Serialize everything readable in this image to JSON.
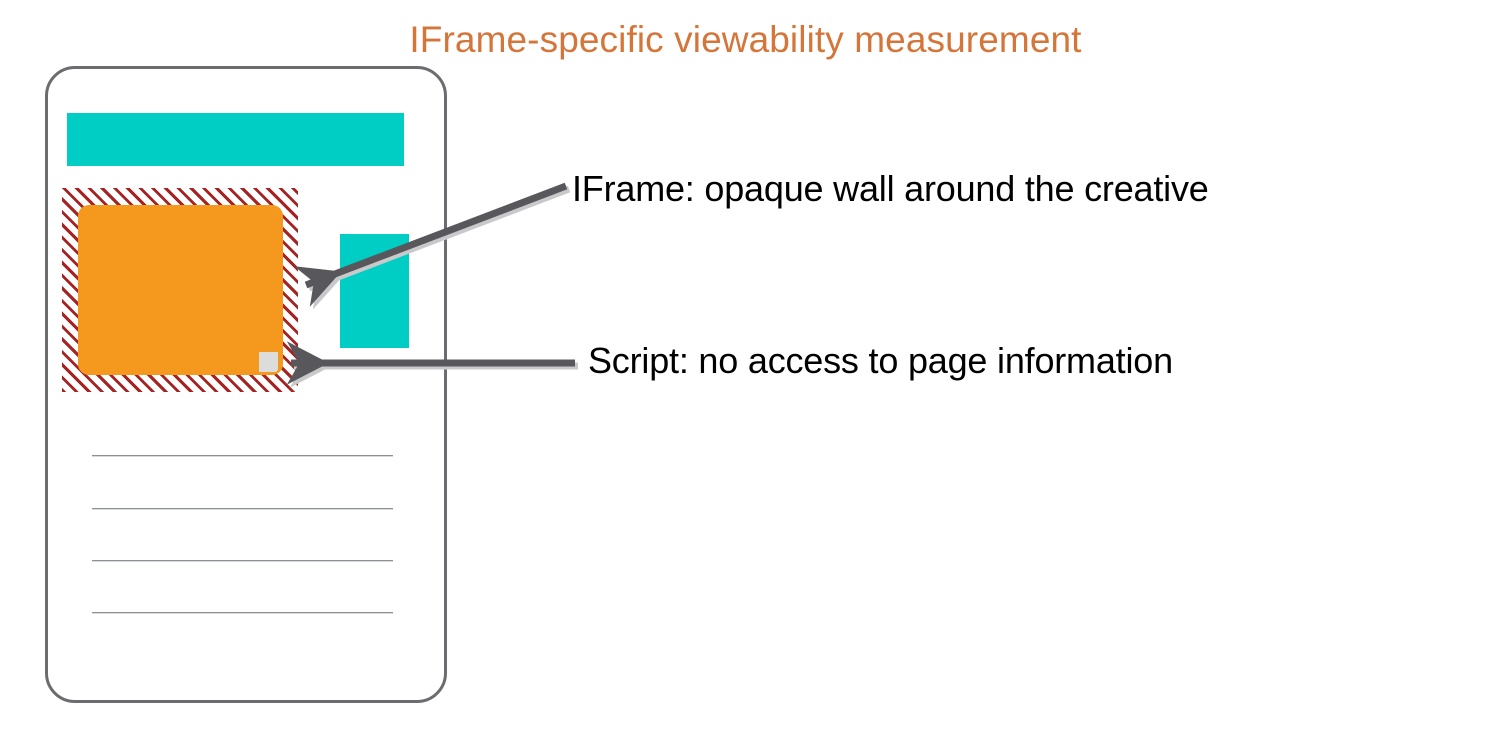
{
  "slide": {
    "title": "IFrame-specific viewability measurement",
    "title_color": "#d4763a",
    "background_color": "#ffffff"
  },
  "phone_mock": {
    "name": "mobile-page-mockup",
    "frame_color": "#6b6b70",
    "banner": {
      "name": "page-banner-block",
      "color": "#00cec4"
    },
    "side_block": {
      "name": "page-side-block",
      "color": "#00cec4"
    },
    "iframe_wall": {
      "name": "iframe-opaque-wall",
      "hatch_color": "#a52323",
      "hatch_background": "#ffffff"
    },
    "creative": {
      "name": "ad-creative",
      "color": "#f5981e"
    },
    "script_dot": {
      "name": "measurement-script-pixel",
      "color": "#dcdcdc"
    },
    "text_rules": {
      "name": "page-text-lines",
      "count": 4,
      "color": "#8e9096"
    }
  },
  "annotations": [
    {
      "id": "iframe-annotation",
      "label": "IFrame: opaque wall around the creative",
      "arrow": "diagonal-arrow-to-iframe-wall",
      "color": "#000000"
    },
    {
      "id": "script-annotation",
      "label": "Script: no access to page information",
      "arrow": "horizontal-arrow-to-script-pixel",
      "color": "#000000"
    }
  ],
  "arrows": {
    "stroke_color": "#58585c",
    "shadow_color": "#c9c9cc"
  }
}
